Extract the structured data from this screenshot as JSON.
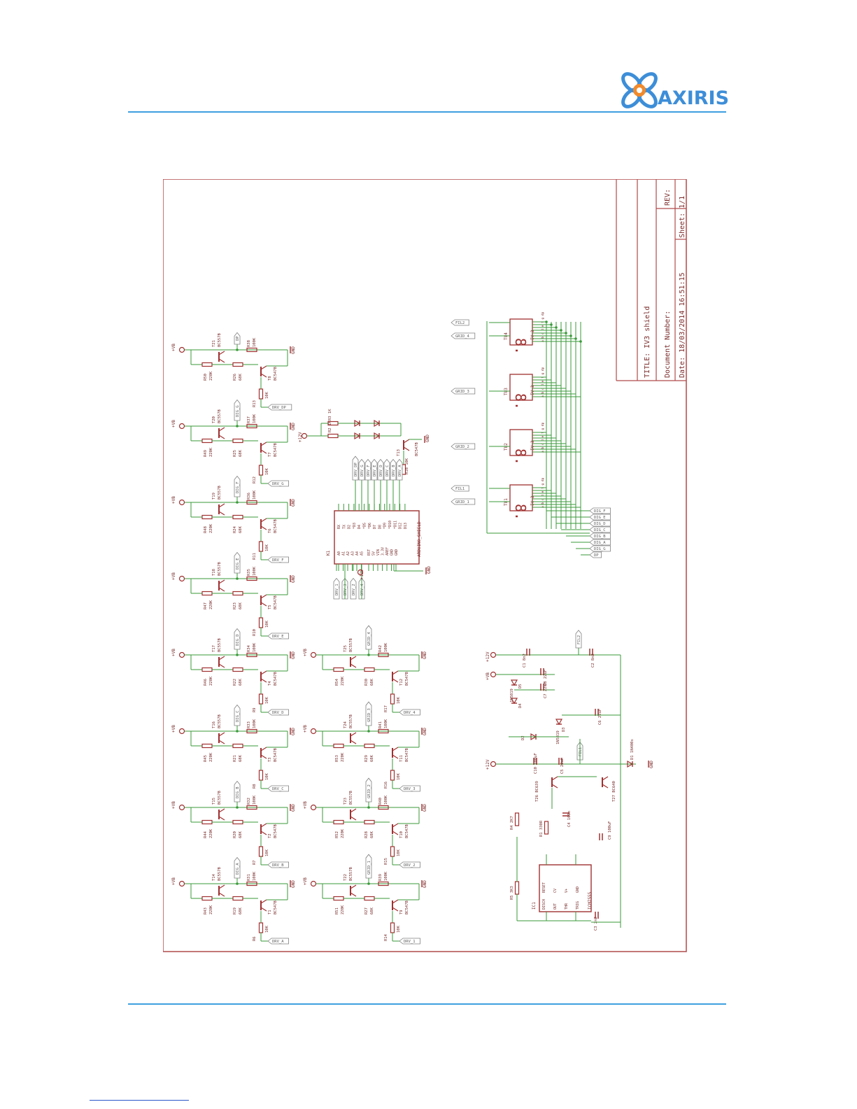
{
  "brand": {
    "name": "AXIRIS"
  },
  "titleblock": {
    "title": "TITLE: IV3 shield",
    "doc_number": "Document Number:",
    "rev": "REV:",
    "date": "Date: 18/03/2014 16:51:15",
    "sheet": "Sheet: 1/1"
  },
  "supplies": {
    "vb": "+VB",
    "gnd": "GND",
    "v12": "+12V"
  },
  "driver_bank": [
    {
      "pnp": "T21",
      "pnp_part": "BC557B",
      "npn": "T8",
      "npn_part": "BC547B",
      "r_top": "R38",
      "r_top_val": "100K",
      "r_mid": "R26",
      "r_mid_val": "68K",
      "r_left": "R50",
      "r_left_val": "220K",
      "r_in": "R13",
      "r_in_val": "10K",
      "in_label": "DRV_DP",
      "out_label": "DP"
    },
    {
      "pnp": "T20",
      "pnp_part": "BC557B",
      "npn": "T7",
      "npn_part": "BC547B",
      "r_top": "R37",
      "r_top_val": "100K",
      "r_mid": "R25",
      "r_mid_val": "68K",
      "r_left": "R49",
      "r_left_val": "220K",
      "r_in": "R12",
      "r_in_val": "10K",
      "in_label": "DRV_G",
      "out_label": "DIG_G"
    },
    {
      "pnp": "T19",
      "pnp_part": "BC557B",
      "npn": "T6",
      "npn_part": "BC547B",
      "r_top": "R36",
      "r_top_val": "100K",
      "r_mid": "R24",
      "r_mid_val": "68K",
      "r_left": "R48",
      "r_left_val": "220K",
      "r_in": "R11",
      "r_in_val": "10K",
      "in_label": "DRV_F",
      "out_label": "DIG_F"
    },
    {
      "pnp": "T18",
      "pnp_part": "BC557B",
      "npn": "T5",
      "npn_part": "BC547B",
      "r_top": "R35",
      "r_top_val": "100K",
      "r_mid": "R23",
      "r_mid_val": "68K",
      "r_left": "R47",
      "r_left_val": "220K",
      "r_in": "R10",
      "r_in_val": "10K",
      "in_label": "DRV_E",
      "out_label": "DIG_E"
    },
    {
      "pnp": "T17",
      "pnp_part": "BC557B",
      "npn": "T4",
      "npn_part": "BC547B",
      "r_top": "R34",
      "r_top_val": "100K",
      "r_mid": "R22",
      "r_mid_val": "68K",
      "r_left": "R46",
      "r_left_val": "220K",
      "r_in": "R9",
      "r_in_val": "10K",
      "in_label": "DRV_D",
      "out_label": "DIG_D"
    },
    {
      "pnp": "T16",
      "pnp_part": "BC557B",
      "npn": "T3",
      "npn_part": "BC547B",
      "r_top": "R33",
      "r_top_val": "100K",
      "r_mid": "R21",
      "r_mid_val": "68K",
      "r_left": "R45",
      "r_left_val": "220K",
      "r_in": "R8",
      "r_in_val": "10K",
      "in_label": "DRV_C",
      "out_label": "DIG_C"
    },
    {
      "pnp": "T15",
      "pnp_part": "BC557B",
      "npn": "T2",
      "npn_part": "BC547B",
      "r_top": "R32",
      "r_top_val": "100K",
      "r_mid": "R20",
      "r_mid_val": "68K",
      "r_left": "R44",
      "r_left_val": "220K",
      "r_in": "R7",
      "r_in_val": "10K",
      "in_label": "DRV_B",
      "out_label": "DIG_B"
    },
    {
      "pnp": "T14",
      "pnp_part": "BC557B",
      "npn": "T1",
      "npn_part": "BC547B",
      "r_top": "R31",
      "r_top_val": "100K",
      "r_mid": "R19",
      "r_mid_val": "68K",
      "r_left": "R43",
      "r_left_val": "220K",
      "r_in": "R6",
      "r_in_val": "10K",
      "in_label": "DRV_A",
      "out_label": "DIG_A"
    }
  ],
  "grid_bank": [
    {
      "pnp": "T25",
      "pnp_part": "BC557B",
      "npn": "T12",
      "npn_part": "BC547B",
      "r_top": "R42",
      "r_top_val": "100K",
      "r_mid": "R30",
      "r_mid_val": "68K",
      "r_left": "R54",
      "r_left_val": "220K",
      "r_in": "R17",
      "r_in_val": "10K",
      "in_label": "DRV_4",
      "out_label": "GRID_4"
    },
    {
      "pnp": "T24",
      "pnp_part": "BC557B",
      "npn": "T11",
      "npn_part": "BC547B",
      "r_top": "R41",
      "r_top_val": "100K",
      "r_mid": "R29",
      "r_mid_val": "68K",
      "r_left": "R53",
      "r_left_val": "220K",
      "r_in": "R16",
      "r_in_val": "10K",
      "in_label": "DRV_3",
      "out_label": "GRID_3"
    },
    {
      "pnp": "T23",
      "pnp_part": "BC557B",
      "npn": "T10",
      "npn_part": "BC547B",
      "r_top": "R40",
      "r_top_val": "100K",
      "r_mid": "R28",
      "r_mid_val": "68K",
      "r_left": "R52",
      "r_left_val": "220K",
      "r_in": "R15",
      "r_in_val": "10K",
      "in_label": "DRV_2",
      "out_label": "GRID_2"
    },
    {
      "pnp": "T22",
      "pnp_part": "BC557B",
      "npn": "T9",
      "npn_part": "BC547B",
      "r_top": "R39",
      "r_top_val": "100K",
      "r_mid": "R27",
      "r_mid_val": "68K",
      "r_left": "R51",
      "r_left_val": "220K",
      "r_in": "R14",
      "r_in_val": "10K",
      "in_label": "DRV_1",
      "out_label": "GRID_1"
    }
  ],
  "led_section": {
    "r2": "R2",
    "r2_val": "1K",
    "r3": "R3",
    "r3_val": "1K",
    "t13": "T13",
    "t13_part": "BC547B",
    "r18": "R18",
    "r18_val": "10K",
    "supply": "+12V",
    "gnd": "GND"
  },
  "arduino": {
    "ref": "K1",
    "name": "ARDUINO_SHIELD",
    "pins_left": [
      "A0",
      "A1",
      "A2",
      "A3",
      "A4",
      "A5"
    ],
    "pins_mid": [
      "RST",
      "5V",
      "VIN",
      "3.3V",
      "AREF",
      "GND",
      "GND"
    ],
    "pins_right": [
      "RX",
      "TX",
      "D2",
      "*D3",
      "D4",
      "*D5",
      "*D6",
      "D7",
      "D8",
      "*D9",
      "*D10",
      "*D11",
      "D12",
      "D13"
    ],
    "top_labels": [
      "DRV_DP",
      "DRV_G",
      "DRV_F",
      "DRV_E",
      "DRV_D",
      "DRV_C",
      "DRV_B",
      "DRV_A"
    ],
    "bottom_labels": [
      "DRV_1",
      "DRV_3",
      "DRV_2",
      "DRV_4"
    ],
    "supply": "+12V",
    "gnd": "GND"
  },
  "tubes": [
    {
      "ref": "TU4",
      "part": "IV-3",
      "grid": "GRID_4",
      "filament": "FIL2"
    },
    {
      "ref": "TU3",
      "part": "IV-3",
      "grid": "GRID_3"
    },
    {
      "ref": "TU2",
      "part": "IV-3",
      "grid": "GRID_2"
    },
    {
      "ref": "TU1",
      "part": "IV-3",
      "grid": "GRID_1",
      "filament": "FIL1"
    }
  ],
  "segment_bus": [
    "DIG_F",
    "DIG_E",
    "DIG_D",
    "DIG_C",
    "DIG_B",
    "DIG_A",
    "DIG_G",
    "DP"
  ],
  "power_section": {
    "c1": "C1",
    "c1_val": "8n2",
    "c2": "C2",
    "c2_val": "8n2",
    "c3": "C3",
    "c3_val": "2n2",
    "c4": "C4",
    "c4_val": "100n",
    "c5": "C5",
    "c5_val": "22uF",
    "c6": "C6",
    "c6_val": "22uF",
    "c7": "C7",
    "c7_val": "22uF",
    "c8": "C8",
    "c8_val": "22uF",
    "c9": "C9",
    "c9_val": "100uF",
    "c10": "C10",
    "c10_val": "100uF",
    "d1": "D1",
    "d1_part": "1N400x",
    "d2": "D2",
    "d3": "D3",
    "d4": "D4",
    "d5": "D5",
    "d_part": "1N5819",
    "t26": "T26",
    "t26_part": "BC639",
    "t27": "T27",
    "t27_part": "BC640",
    "r1": "R1",
    "r1_val": "330R",
    "r4": "R4",
    "r4_val": "2K7",
    "r5": "R5",
    "r5_val": "3K3",
    "ic": "IC1",
    "ic_part": "ICM7555",
    "ic_pins": [
      "DISCH",
      "OUT",
      "THR",
      "TRIG",
      "RESET",
      "CV",
      "V+",
      "GND"
    ],
    "fil1": "FIL1",
    "fil2": "FIL2",
    "supply": "+12V",
    "vb": "+VB",
    "gnd": "GND"
  }
}
